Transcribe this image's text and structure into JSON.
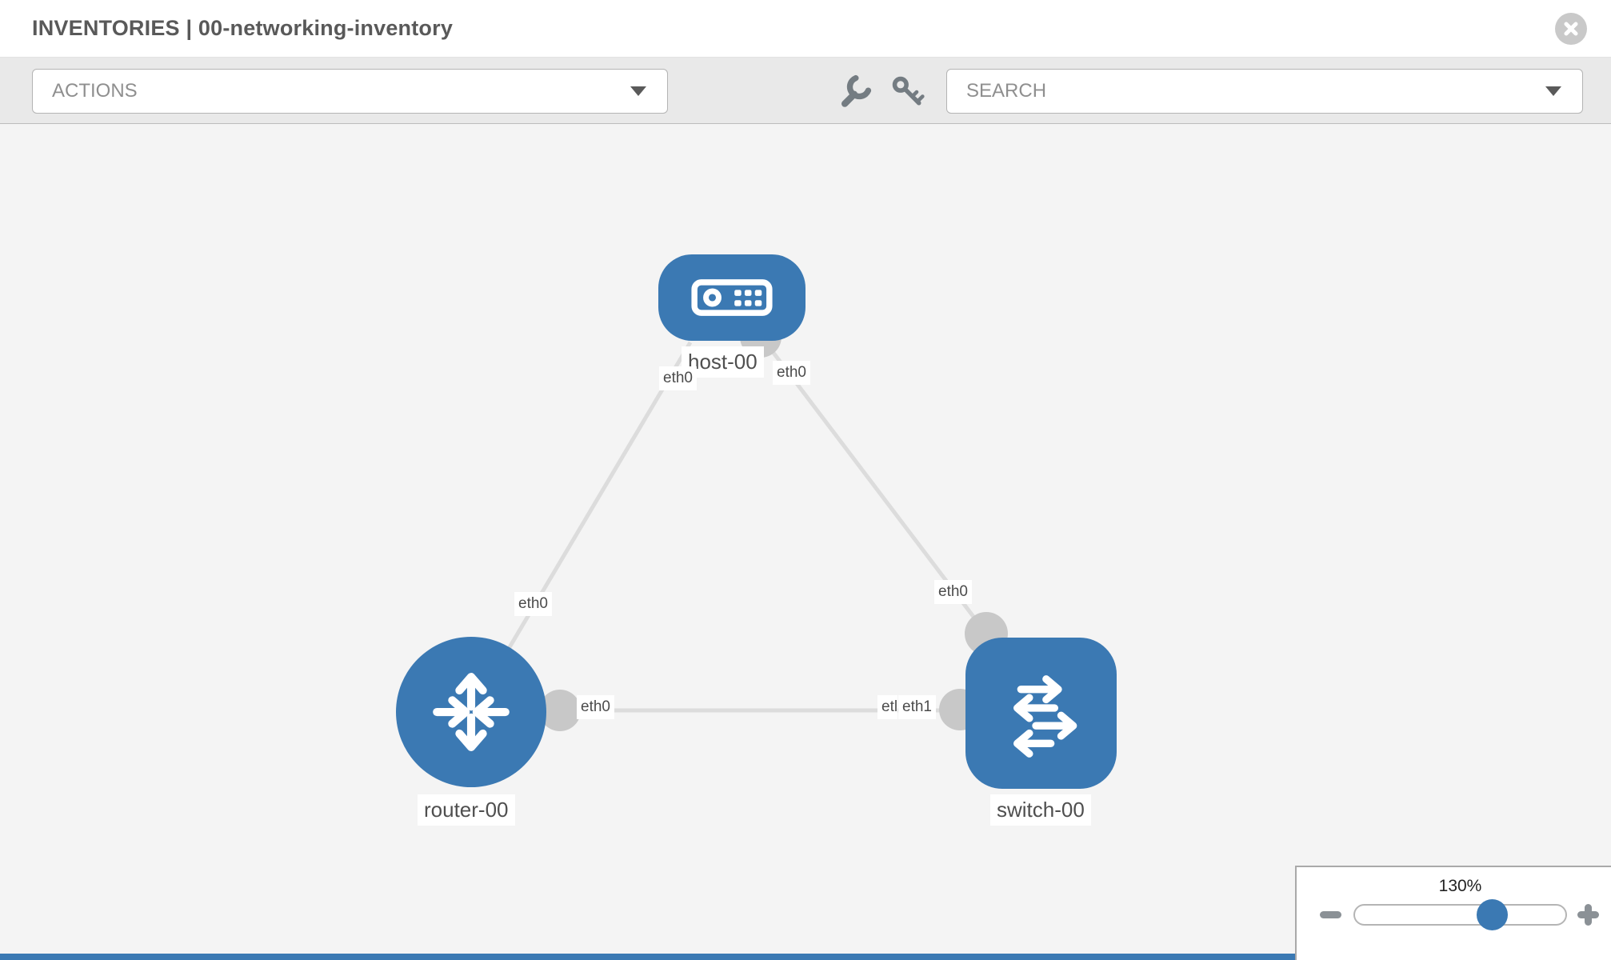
{
  "header": {
    "title": "INVENTORIES | 00-networking-inventory"
  },
  "toolbar": {
    "actions_label": "ACTIONS",
    "search_placeholder": "SEARCH"
  },
  "canvas": {
    "nodes": [
      {
        "label": "host-00",
        "type": "host"
      },
      {
        "label": "router-00",
        "type": "router"
      },
      {
        "label": "switch-00",
        "type": "switch"
      }
    ],
    "links": [
      {
        "from": "host-00",
        "to": "router-00"
      },
      {
        "from": "host-00",
        "to": "switch-00"
      },
      {
        "from": "router-00",
        "to": "switch-00"
      }
    ],
    "interface_labels": {
      "host_link_left": "eth0",
      "host_link_right": "eth0",
      "router_link_top": "eth0",
      "switch_link_top": "eth0",
      "router_link_right": "eth0",
      "switch_link_left_back": "etl",
      "switch_link_left_front": "eth1"
    }
  },
  "zoom_control": {
    "level": "130%"
  },
  "icons": [
    "close-icon",
    "caret-down-icon",
    "wrench-icon",
    "key-icon",
    "host-device-icon",
    "router-arrows-icon",
    "switch-arrows-icon",
    "zoom-out-icon",
    "zoom-in-icon"
  ],
  "colors": {
    "node_blue": "#3b79b3",
    "port_gray": "#c8c8c8",
    "link_gray": "#dcdcdc",
    "toolbar_gray": "#e9e9e9",
    "canvas_gray": "#f4f4f4"
  }
}
